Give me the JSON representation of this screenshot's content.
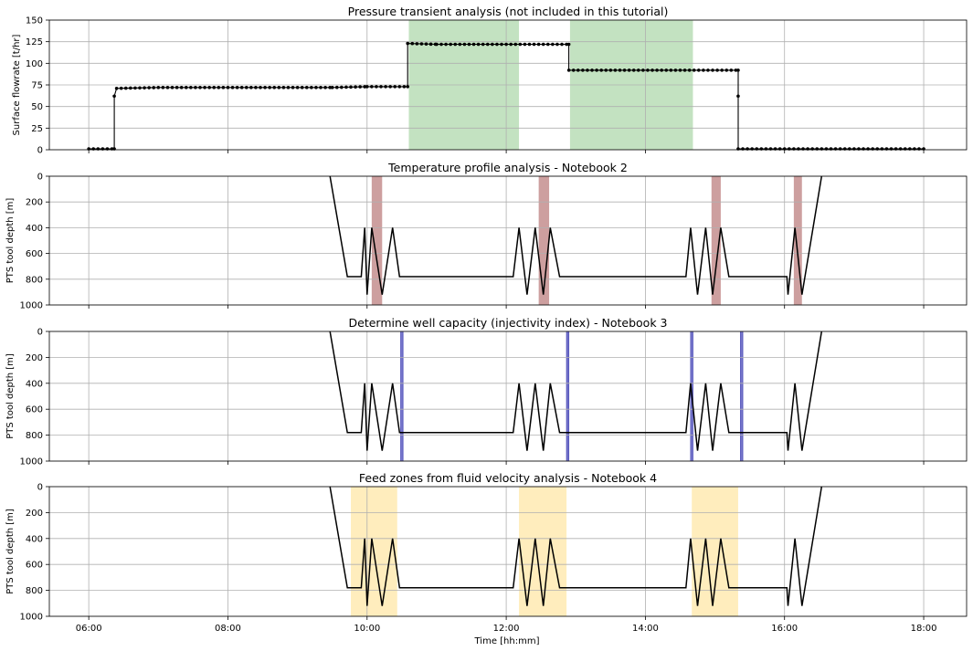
{
  "chart_data": [
    {
      "type": "line",
      "title": "Pressure transient analysis (not included in this tutorial)",
      "ylabel": "Surface flowrate [t/hr]",
      "xlabel": "",
      "xlim": [
        "05:26",
        "18:37"
      ],
      "ylim": [
        0,
        150
      ],
      "yticks": [
        0,
        25,
        50,
        75,
        100,
        125,
        150
      ],
      "grid": true,
      "shaded_color": "#a3d2a0",
      "shaded_regions": [
        [
          "10:36",
          "12:11"
        ],
        [
          "12:55",
          "14:41"
        ]
      ],
      "series": [
        {
          "color": "#000000",
          "marker": "dot",
          "points": [
            [
              "06:00",
              1
            ],
            [
              "06:20",
              1
            ],
            [
              "06:22",
              1
            ],
            [
              "06:22",
              62
            ],
            [
              "06:24",
              71
            ],
            [
              "07:00",
              72
            ],
            [
              "08:00",
              72
            ],
            [
              "09:00",
              72
            ],
            [
              "09:30",
              72
            ],
            [
              "10:00",
              73
            ],
            [
              "10:35",
              73
            ],
            [
              "10:35",
              123
            ],
            [
              "11:00",
              122
            ],
            [
              "12:00",
              122
            ],
            [
              "12:54",
              122
            ],
            [
              "12:54",
              92
            ],
            [
              "13:30",
              92
            ],
            [
              "14:30",
              92
            ],
            [
              "15:20",
              92
            ],
            [
              "15:20",
              62
            ],
            [
              "15:20",
              1
            ],
            [
              "16:00",
              1
            ],
            [
              "17:00",
              1
            ],
            [
              "18:00",
              1
            ]
          ]
        }
      ]
    },
    {
      "type": "line",
      "title": "Temperature profile analysis - Notebook 2",
      "ylabel": "PTS tool depth [m]",
      "xlabel": "",
      "xlim": [
        "05:26",
        "18:37"
      ],
      "ylim": [
        1000,
        0
      ],
      "yticks": [
        0,
        200,
        400,
        600,
        800,
        1000
      ],
      "grid": true,
      "shaded_color": "#b26b6b",
      "shaded_regions": [
        [
          "10:04",
          "10:13"
        ],
        [
          "12:28",
          "12:37"
        ],
        [
          "14:57",
          "15:05"
        ],
        [
          "16:08",
          "16:15"
        ]
      ],
      "series": [
        {
          "color": "#000000",
          "profile": "pts"
        }
      ]
    },
    {
      "type": "line",
      "title": "Determine well capacity (injectivity index) - Notebook 3",
      "ylabel": "PTS tool depth [m]",
      "xlabel": "",
      "xlim": [
        "05:26",
        "18:37"
      ],
      "ylim": [
        1000,
        0
      ],
      "yticks": [
        0,
        200,
        400,
        600,
        800,
        1000
      ],
      "grid": true,
      "shaded_color": "#4a4ab8",
      "shaded_regions": [
        [
          "10:29",
          "10:31"
        ],
        [
          "12:52",
          "12:54"
        ],
        [
          "14:39",
          "14:41"
        ],
        [
          "15:22",
          "15:24"
        ]
      ],
      "series": [
        {
          "color": "#000000",
          "profile": "pts"
        }
      ]
    },
    {
      "type": "line",
      "title": "Feed zones from fluid velocity analysis - Notebook 4",
      "ylabel": "PTS tool depth [m]",
      "xlabel": "Time [hh:mm]",
      "xlim": [
        "05:26",
        "18:37"
      ],
      "ylim": [
        1000,
        0
      ],
      "yticks": [
        0,
        200,
        400,
        600,
        800,
        1000
      ],
      "grid": true,
      "shaded_color": "#ffe49a",
      "shaded_regions": [
        [
          "09:46",
          "10:26"
        ],
        [
          "12:11",
          "12:52"
        ],
        [
          "14:40",
          "15:20"
        ]
      ],
      "series": [
        {
          "color": "#000000",
          "profile": "pts"
        }
      ]
    }
  ],
  "pts_profile": [
    [
      "09:28",
      0
    ],
    [
      "09:43",
      780
    ],
    [
      "09:55",
      780
    ],
    [
      "09:58",
      400
    ],
    [
      "10:00",
      920
    ],
    [
      "10:04",
      400
    ],
    [
      "10:13",
      920
    ],
    [
      "10:22",
      400
    ],
    [
      "10:28",
      780
    ],
    [
      "12:06",
      780
    ],
    [
      "12:11",
      400
    ],
    [
      "12:18",
      920
    ],
    [
      "12:25",
      400
    ],
    [
      "12:32",
      920
    ],
    [
      "12:38",
      400
    ],
    [
      "12:46",
      780
    ],
    [
      "14:35",
      780
    ],
    [
      "14:39",
      400
    ],
    [
      "14:45",
      920
    ],
    [
      "14:52",
      400
    ],
    [
      "14:58",
      920
    ],
    [
      "15:05",
      400
    ],
    [
      "15:12",
      780
    ],
    [
      "16:02",
      780
    ],
    [
      "16:03",
      920
    ],
    [
      "16:09",
      400
    ],
    [
      "16:15",
      920
    ],
    [
      "16:32",
      0
    ]
  ],
  "xticks": [
    "06:00",
    "08:00",
    "10:00",
    "12:00",
    "14:00",
    "16:00",
    "18:00"
  ]
}
